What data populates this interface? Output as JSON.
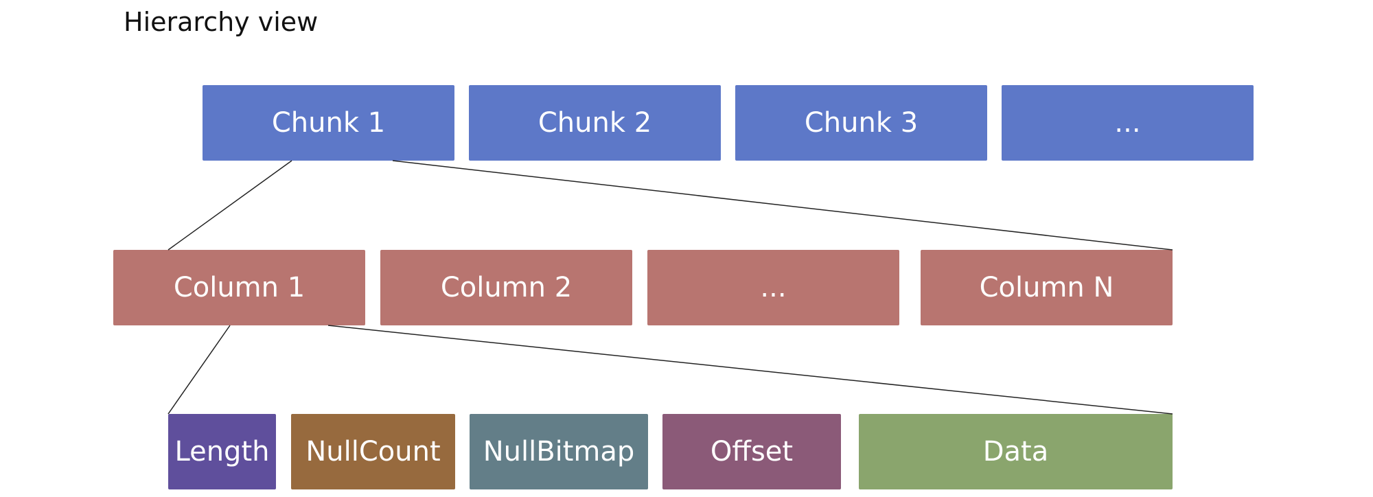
{
  "title": "Hierarchy view",
  "chunks": [
    "Chunk 1",
    "Chunk 2",
    "Chunk 3",
    "..."
  ],
  "columns": [
    "Column 1",
    "Column 2",
    "...",
    "Column N"
  ],
  "fields": [
    {
      "label": "Length",
      "color": "#5f4f9c"
    },
    {
      "label": "NullCount",
      "color": "#976a3e"
    },
    {
      "label": "NullBitmap",
      "color": "#637e88"
    },
    {
      "label": "Offset",
      "color": "#8b5a78"
    },
    {
      "label": "Data",
      "color": "#8aa56d"
    }
  ],
  "colors": {
    "chunk": "#5d78c8",
    "column": "#b87570"
  }
}
